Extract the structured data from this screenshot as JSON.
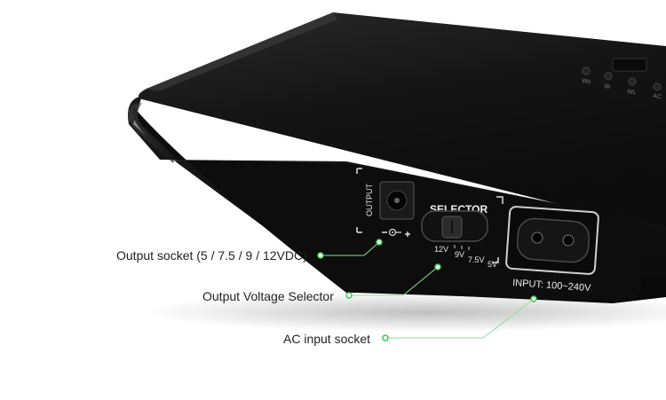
{
  "device": {
    "panel_output_label": "OUTPUT",
    "panel_selector_label": "SELECTOR",
    "panel_input_label": "INPUT: 100~240V",
    "voltage_options": [
      "12V",
      "9V",
      "7.5V",
      "5V"
    ],
    "top_button_labels": [
      "Ws",
      "9k",
      "WL",
      "AC"
    ],
    "body_color": "#151515",
    "callout_color": "#35c94a"
  },
  "callouts": {
    "output_socket": "Output socket (5 / 7.5 / 9 / 12VDC)",
    "voltage_selector": "Output Voltage Selector",
    "ac_input": "AC input socket"
  }
}
